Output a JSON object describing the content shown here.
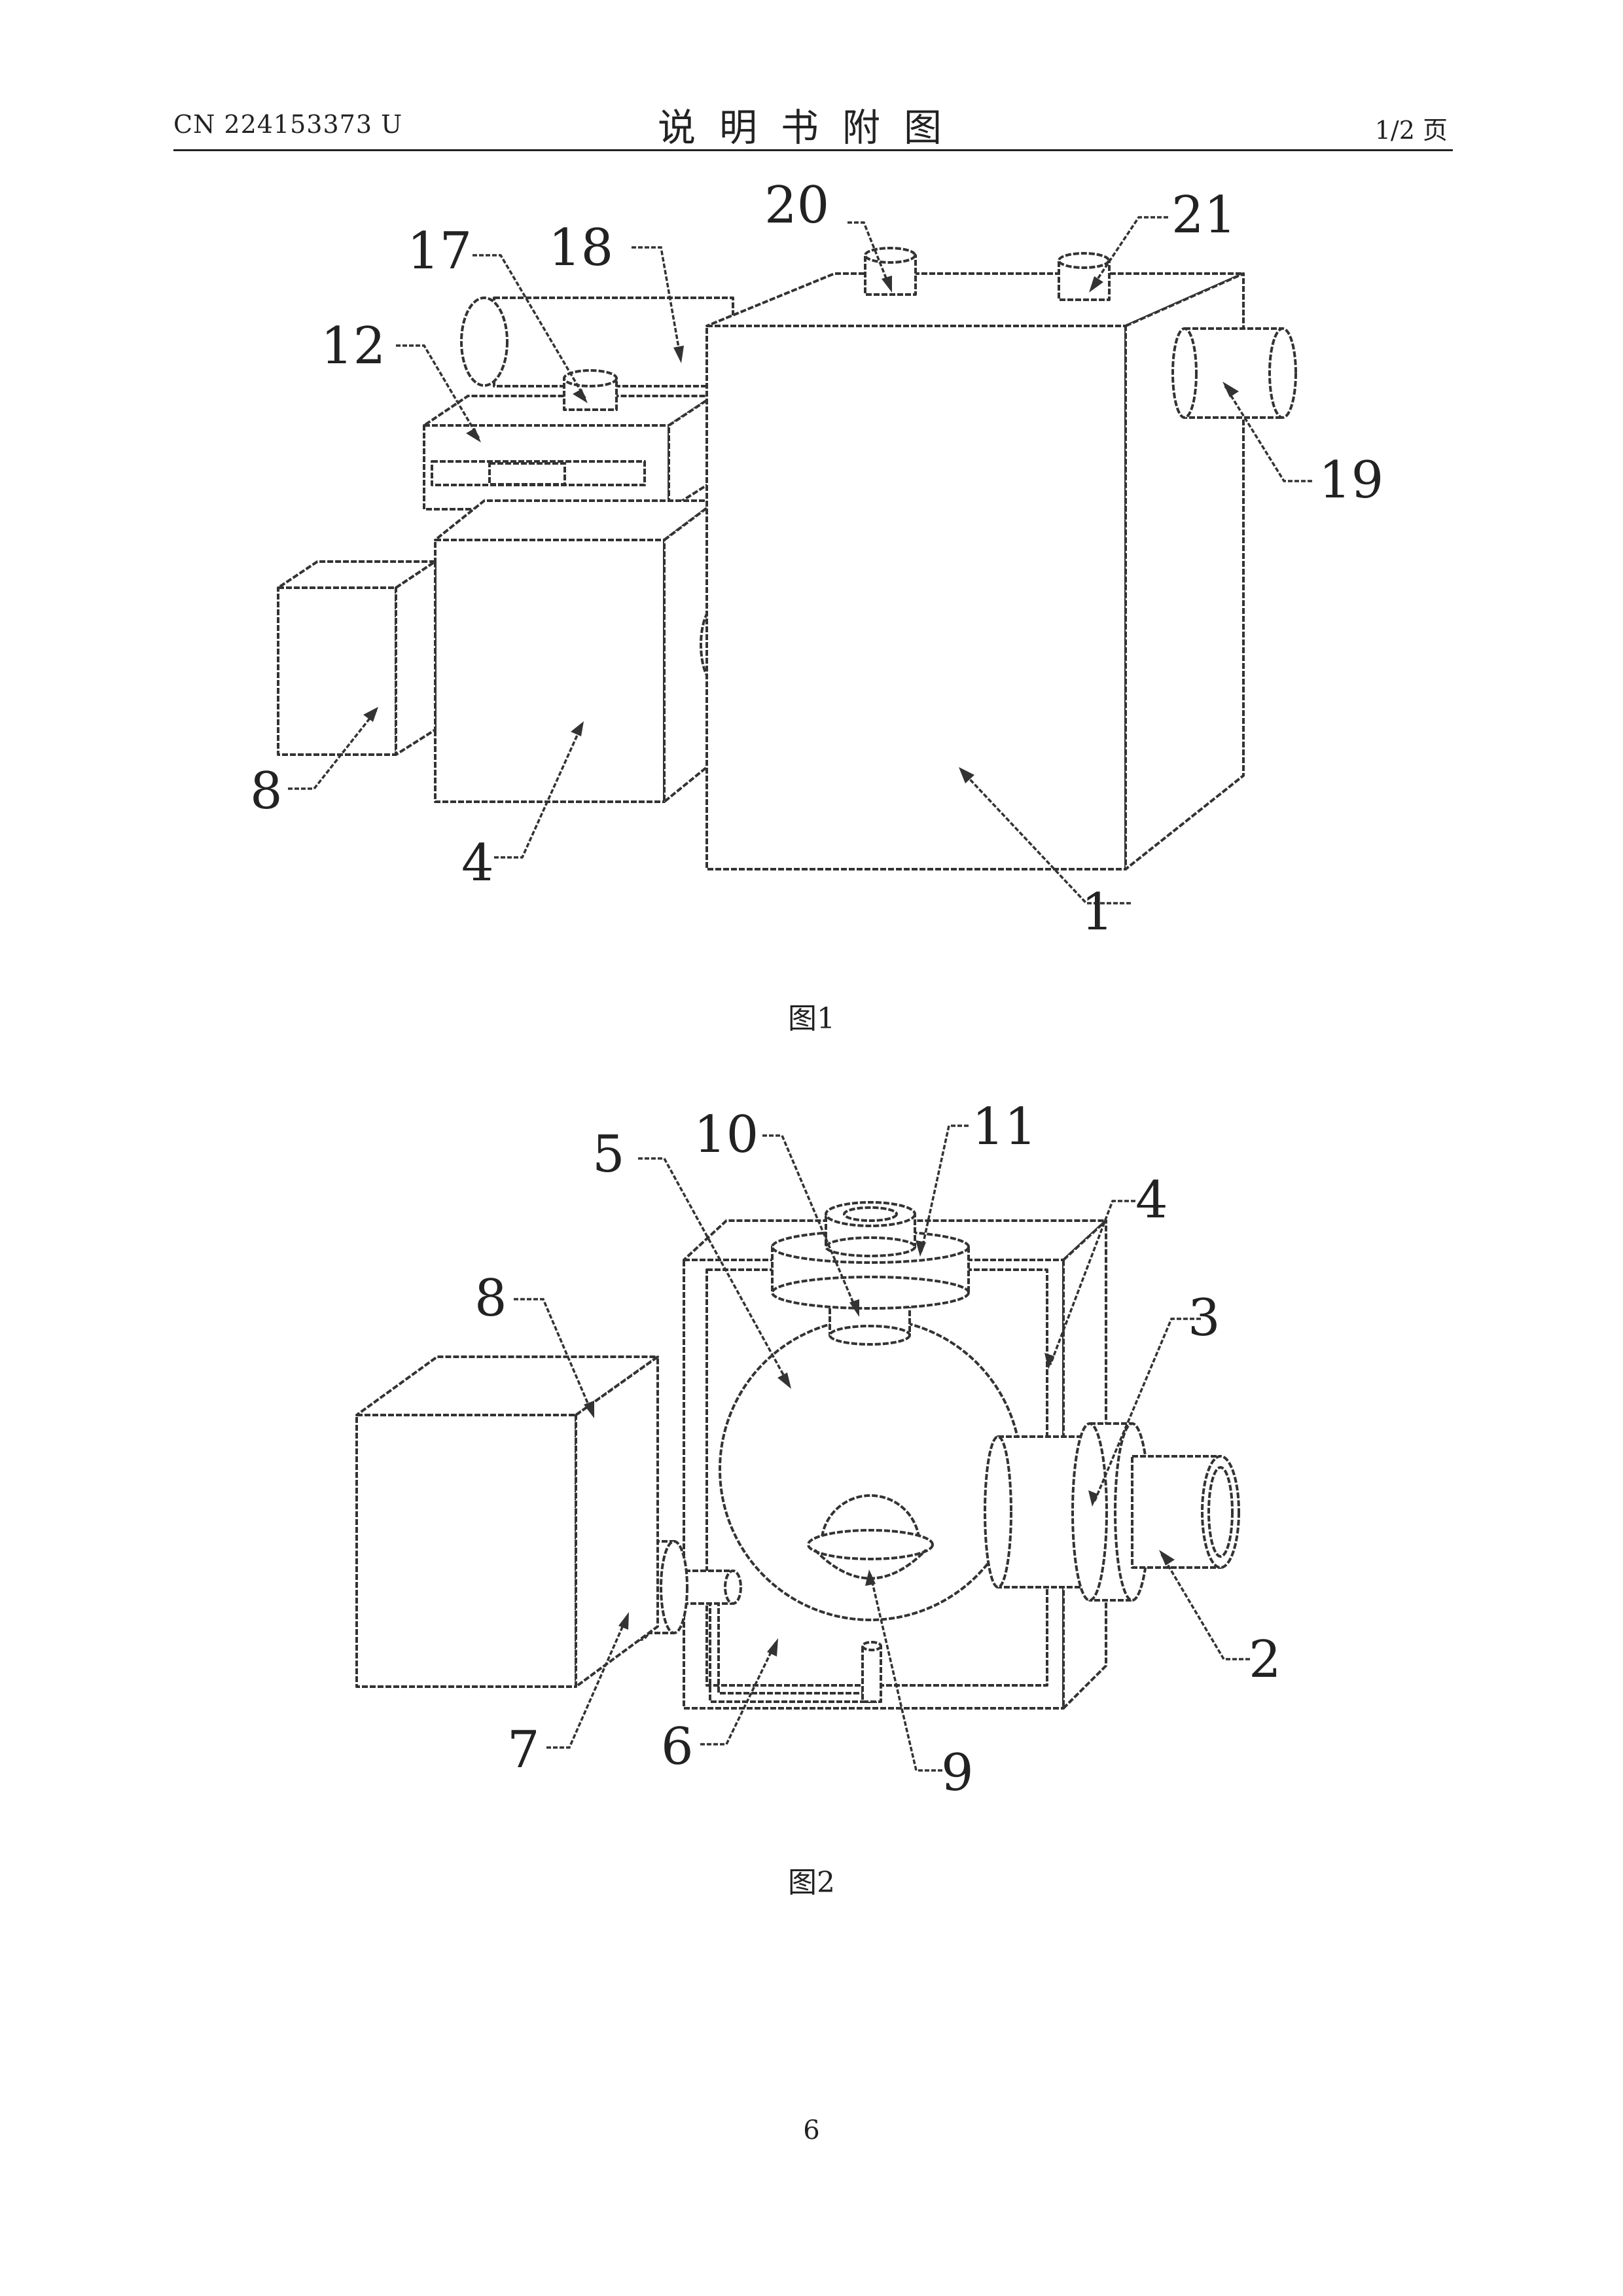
{
  "header": {
    "doc_number": "CN 224153373 U",
    "title": "说明书附图",
    "page_of": "1/2 页"
  },
  "figure1": {
    "caption": "图1",
    "labels": {
      "l1": "1",
      "l4": "4",
      "l8": "8",
      "l12": "12",
      "l17": "17",
      "l18": "18",
      "l19": "19",
      "l20": "20",
      "l21": "21"
    }
  },
  "figure2": {
    "caption": "图2",
    "labels": {
      "l2": "2",
      "l3": "3",
      "l4": "4",
      "l5": "5",
      "l6": "6",
      "l7": "7",
      "l8": "8",
      "l9": "9",
      "l10": "10",
      "l11": "11"
    }
  },
  "footer": {
    "page_number": "6"
  }
}
